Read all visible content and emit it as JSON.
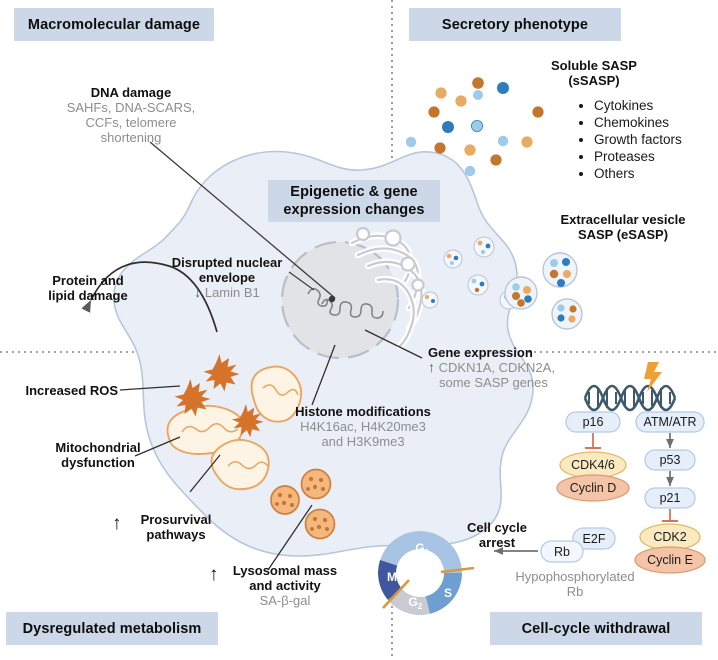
{
  "banners": {
    "macromolecular": "Macromolecular damage",
    "secretory": "Secretory phenotype",
    "epigenetic_line1": "Epigenetic & gene",
    "epigenetic_line2": "expression changes",
    "metabolism": "Dysregulated metabolism",
    "cellcycle": "Cell-cycle withdrawal"
  },
  "labels": {
    "dna_damage": {
      "title": "DNA damage",
      "sub_line1": "SAHFs, DNA-SCARS,",
      "sub_line2": "CCFs, telomere",
      "sub_line3": "shortening"
    },
    "nuclear_envelope": {
      "title_line1": "Disrupted nuclear",
      "title_line2": "envelope",
      "arrow": "↓",
      "sub": "Lamin B1"
    },
    "protein_lipid": {
      "line1": "Protein and",
      "line2": "lipid damage"
    },
    "increased_ros": "Increased ROS",
    "mitochondrial": {
      "line1": "Mitochondrial",
      "line2": "dysfunction"
    },
    "prosurvival": {
      "arrow": "↑",
      "line1": "Prosurvival",
      "line2": "pathways"
    },
    "lysosomal": {
      "arrow": "↑",
      "line1": "Lysosomal mass",
      "line2": "and activity",
      "sub": "SA-β-gal"
    },
    "histone": {
      "title": "Histone modifications",
      "sub_line1": "H4K16ac, H4K20me3",
      "sub_line2": "and H3K9me3"
    },
    "gene_expression": {
      "title": "Gene expression",
      "arrow": "↑",
      "sub_line1": "CDKN1A, CDKN2A,",
      "sub_line2": "some SASP genes"
    },
    "soluble_sasp": {
      "line1": "Soluble SASP",
      "line2": "(sSASP)",
      "items": [
        "Cytokines",
        "Chemokines",
        "Growth factors",
        "Proteases",
        "Others"
      ]
    },
    "ev_sasp": {
      "line1": "Extracellular vesicle",
      "line2": "SASP (eSASP)"
    },
    "cell_cycle_arrest": {
      "line1": "Cell cycle",
      "line2": "arrest"
    },
    "hypophos": {
      "line1": "Hypophosphorylated",
      "line2": "Rb"
    }
  },
  "pathway": {
    "nodes": [
      {
        "id": "p16",
        "label": "p16",
        "shape": "box"
      },
      {
        "id": "atm_atr",
        "label": "ATM/ATR",
        "shape": "box"
      },
      {
        "id": "p53",
        "label": "p53",
        "shape": "box"
      },
      {
        "id": "p21",
        "label": "p21",
        "shape": "box"
      },
      {
        "id": "cdk46",
        "label": "CDK4/6",
        "shape": "ellipse-yellow"
      },
      {
        "id": "cyclind",
        "label": "Cyclin D",
        "shape": "ellipse-orange"
      },
      {
        "id": "cdk2",
        "label": "CDK2",
        "shape": "ellipse-yellow"
      },
      {
        "id": "cycline",
        "label": "Cyclin E",
        "shape": "ellipse-orange"
      },
      {
        "id": "rb",
        "label": "Rb",
        "shape": "box"
      },
      {
        "id": "e2f",
        "label": "E2F",
        "shape": "box"
      }
    ]
  },
  "cell_cycle_wheel": {
    "phases": [
      {
        "label": "G",
        "sub": "1",
        "color": "#a7c4e4"
      },
      {
        "label": "S",
        "sub": "",
        "color": "#6f9fd0"
      },
      {
        "label": "G",
        "sub": "2",
        "color": "#c8ccd2"
      },
      {
        "label": "M",
        "sub": "",
        "color": "#3f579e"
      }
    ]
  },
  "colors": {
    "banner_bg": "#ccd7e8",
    "cell_fill": "#eaeff7",
    "cell_stroke": "#b8c6dd",
    "nucleus_fill": "#dfe1e4",
    "dark_orange": "#c4762c",
    "light_orange": "#e9aa62",
    "dark_blue": "#2e7cbf",
    "light_blue": "#9dcbe9",
    "mito_stroke": "#e8a761",
    "mito_fill": "#fdf4e6",
    "lyso_fill": "#f4b87e",
    "lyso_stroke": "#cf7f3f",
    "ros": "#d5732a",
    "dna_helix": "#3d5a6c",
    "bolt": "#eda033",
    "node_box_fill": "#e6eefa",
    "node_box_stroke": "#b7cbe4",
    "ellipse_yellow": "#fbe9c0",
    "ellipse_yellow_stroke": "#e0bc6a",
    "ellipse_orange": "#f3c4a8",
    "ellipse_orange_stroke": "#dd9b74",
    "inhibit": "#d9745a",
    "sub_text": "#8d8d8d"
  }
}
